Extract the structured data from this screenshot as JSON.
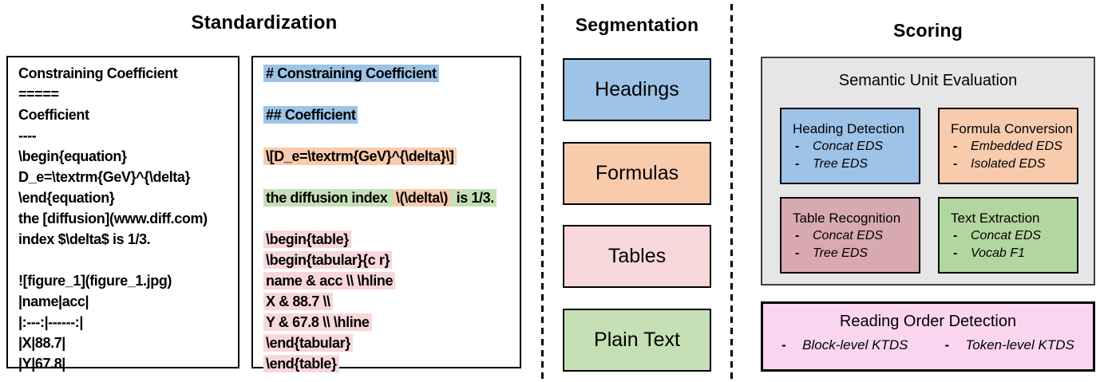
{
  "ui": {
    "bullet": "-"
  },
  "colors": {
    "heading_blue": "#9DC3E6",
    "formula_orange": "#F8CBAD",
    "table_pink": "#F8D7DA",
    "plaintext_green": "#C5E0B4",
    "table_recognition_rose": "#D9A9B0",
    "text_extraction_green": "#B2D69F",
    "reading_order_pink": "#FBD5EF",
    "panel_gray": "#E7E6E6"
  },
  "sections": {
    "standardization": {
      "title": "Standardization",
      "source_box": {
        "lines": [
          "Constraining Coefficient",
          "=====",
          "Coefficient",
          "----",
          "\\begin{equation}",
          "D_e=\\textrm{GeV}^{\\delta}",
          "\\end{equation}",
          "the [diffusion](www.diff.com)",
          "index $\\delta$ is 1/3.",
          "",
          "![figure_1](figure_1.jpg)",
          "|name|acc|",
          "|:---:|------:|",
          "|X|88.7|",
          "|Y|67.8|"
        ]
      },
      "markdown_box": {
        "heading1": "# Constraining Coefficient",
        "heading2": "## Coefficient",
        "display_formula": "\\[D_e=\\textrm{GeV}^{\\delta}\\]",
        "text_before_inline": "the diffusion index ",
        "inline_formula": "\\(\\delta\\)",
        "text_after_inline": " is 1/3.",
        "table_lines": [
          "\\begin{table}",
          "\\begin{tabular}{c r}",
          "name & acc \\\\ \\hline",
          "X & 88.7 \\\\",
          "Y & 67.8 \\\\ \\hline",
          "\\end{tabular}",
          "\\end{table}"
        ]
      }
    },
    "segmentation": {
      "title": "Segmentation",
      "items": [
        {
          "label": "Headings",
          "color": "#9DC3E6"
        },
        {
          "label": "Formulas",
          "color": "#F8CBAD"
        },
        {
          "label": "Tables",
          "color": "#F8D7DA"
        },
        {
          "label": "Plain Text",
          "color": "#C5E0B4"
        }
      ]
    },
    "scoring": {
      "title": "Scoring",
      "semantic_unit_eval": {
        "title": "Semantic Unit Evaluation",
        "cells": [
          {
            "title": "Heading Detection",
            "metrics": [
              "Concat EDS",
              "Tree EDS"
            ],
            "color": "#9DC3E6"
          },
          {
            "title": "Formula Conversion",
            "metrics": [
              "Embedded EDS",
              "Isolated EDS"
            ],
            "color": "#F8CBAD"
          },
          {
            "title": "Table Recognition",
            "metrics": [
              "Concat EDS",
              "Tree EDS"
            ],
            "color": "#D9A9B0"
          },
          {
            "title": "Text Extraction",
            "metrics": [
              "Concat EDS",
              "Vocab F1"
            ],
            "color": "#B2D69F"
          }
        ]
      },
      "reading_order": {
        "title": "Reading Order Detection",
        "metrics": [
          "Block-level KTDS",
          "Token-level KTDS"
        ],
        "color": "#FBD5EF"
      }
    }
  }
}
